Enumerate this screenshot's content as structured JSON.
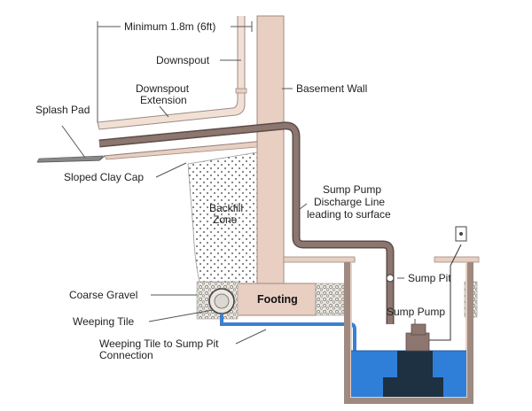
{
  "colors": {
    "wall": "#e8cfc2",
    "wall_stroke": "#9e8a80",
    "pipe": "#8c7670",
    "pipe_stroke": "#5e4c48",
    "water": "#2f7fd8",
    "water_dark": "#1c5fae",
    "tile_pipe": "#3c7fd0",
    "pump_dark": "#1d3142",
    "pump_light": "#8c7670",
    "gravel_bg": "#ece7e0",
    "downspout": "#f1e0d6"
  },
  "labels": {
    "minimum": "Minimum 1.8m (6ft)",
    "downspout": "Downspout",
    "downspout_extension_1": "Downspout",
    "downspout_extension_2": "Extension",
    "basement_wall": "Basement Wall",
    "splash_pad": "Splash Pad",
    "sloped_clay_cap": "Sloped Clay Cap",
    "backfill_1": "Backfill",
    "backfill_2": "Zone",
    "discharge_1": "Sump Pump",
    "discharge_2": "Discharge Line",
    "discharge_3": "leading to surface",
    "coarse_gravel": "Coarse Gravel",
    "footing": "Footing",
    "weeping_tile": "Weeping Tile",
    "sump_pit": "Sump Pit",
    "sump_pump": "Sump Pump",
    "connection_1": "Weeping Tile to Sump Pit",
    "connection_2": "Connection"
  }
}
